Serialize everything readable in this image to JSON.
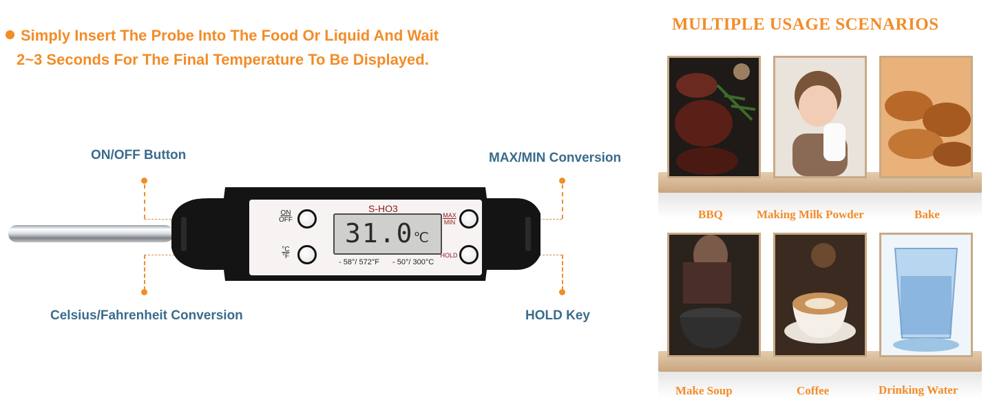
{
  "intro": {
    "line1": "Simply Insert The Probe Into The Food Or Liquid And Wait",
    "line2": "2~3 Seconds For The Final Temperature To Be Displayed."
  },
  "callouts": {
    "on_off": "ON/OFF Button",
    "max_min": "MAX/MIN Conversion",
    "celsius_fahrenheit": "Celsius/Fahrenheit Conversion",
    "hold": "HOLD Key"
  },
  "thermometer": {
    "model": "S-HO3",
    "display": "31.0",
    "display_unit": "℃",
    "on_label": "ON",
    "off_label": "OFF",
    "c_label": "°C",
    "f_label": "°F",
    "max_label": "MAX",
    "min_label": "MIN",
    "hold_label": "HOLD",
    "range_f": "- 58°/ 572°F",
    "range_c": "- 50°/ 300°C"
  },
  "scenarios": {
    "title": "MULTIPLE USAGE SCENARIOS",
    "items": [
      {
        "label": "BBQ",
        "icon": "bbq-steak-photo"
      },
      {
        "label": "Making Milk Powder",
        "icon": "baby-bottle-photo"
      },
      {
        "label": "Bake",
        "icon": "bread-photo"
      },
      {
        "label": "Make Soup",
        "icon": "soup-pot-photo"
      },
      {
        "label": "Coffee",
        "icon": "coffee-cup-photo"
      },
      {
        "label": "Drinking Water",
        "icon": "water-glass-photo"
      }
    ]
  },
  "colors": {
    "accent_orange": "#f28c28",
    "callout_blue": "#3a6b8c",
    "device_black": "#141414"
  }
}
